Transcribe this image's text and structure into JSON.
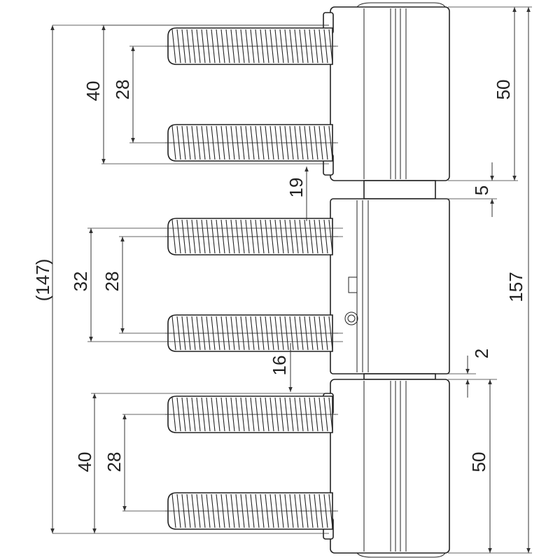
{
  "dimensions": {
    "overall_screw_span": "(147)",
    "overall_height": "157",
    "top_leaf_screw_outer": "40",
    "top_leaf_screw_inner": "28",
    "top_leaf_height": "50",
    "knuckle_gap": "5",
    "top_offset": "19",
    "middle_screw_outer": "32",
    "middle_screw_inner": "28",
    "middle_offset": "16",
    "lower_gap": "2",
    "bottom_leaf_screw_outer": "40",
    "bottom_leaf_screw_inner": "28",
    "bottom_leaf_height": "50"
  },
  "colors": {
    "line": "#222222",
    "background": "#ffffff"
  }
}
